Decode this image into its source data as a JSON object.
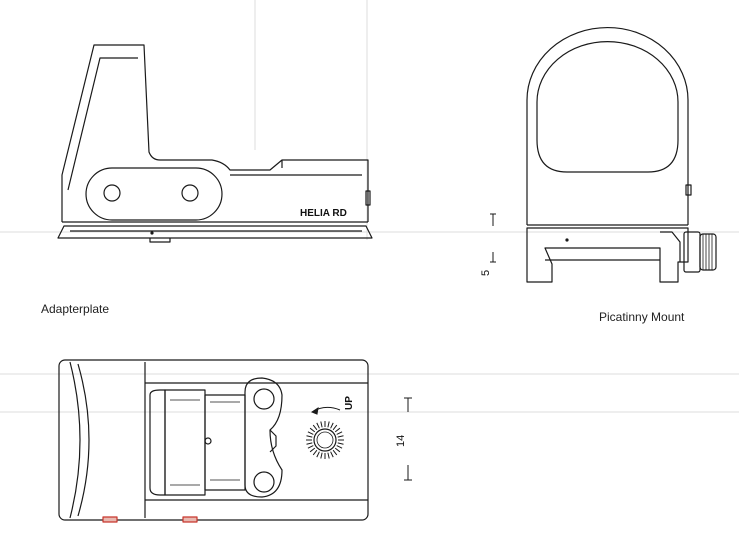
{
  "labels": {
    "model": "HELIA RD",
    "adapterplate": "Adapterplate",
    "picatinny": "Picatinny Mount",
    "dim_5": "5",
    "dim_14": "14",
    "up": "UP"
  },
  "colors": {
    "line": "#1a1a1a",
    "faint": "#d8d8d8",
    "accent": "#c8362c"
  }
}
